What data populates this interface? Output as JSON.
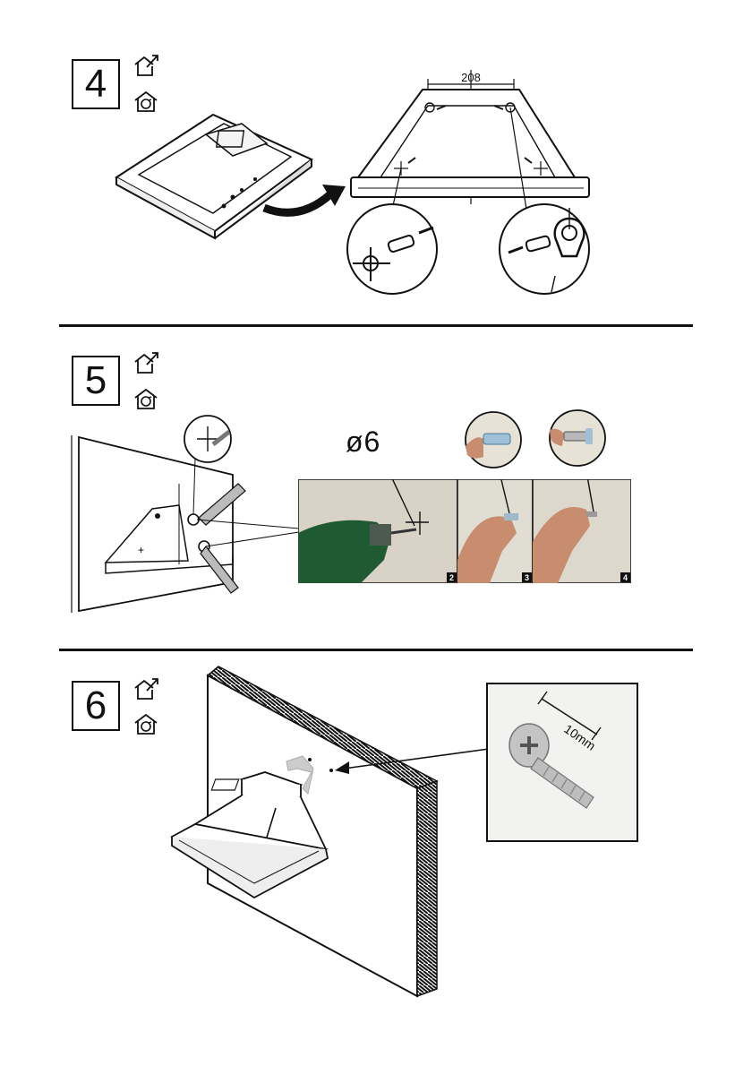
{
  "steps": [
    {
      "number": "4",
      "dimension": "208"
    },
    {
      "number": "5",
      "drill_size": "ø6",
      "photo_numbers": [
        "2",
        "3",
        "4"
      ]
    },
    {
      "number": "6",
      "screw_length": "10mm"
    }
  ],
  "icons": [
    "house-arrow-icon",
    "house-circle-icon"
  ]
}
